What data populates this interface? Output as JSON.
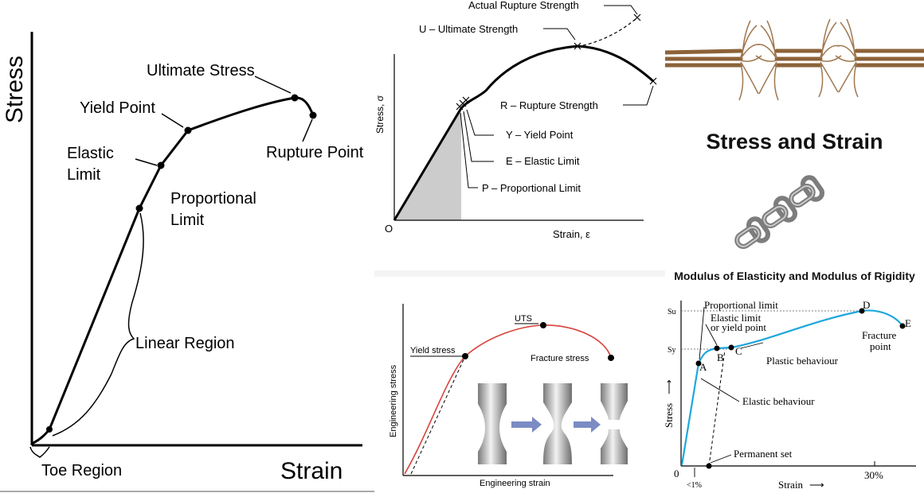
{
  "panel1": {
    "ylabel": "Stress",
    "xlabel": "Strain",
    "labels": {
      "ultimate": "Ultimate Stress",
      "yield": "Yield Point",
      "elastic_1": "Elastic",
      "elastic_2": "Limit",
      "proportional_1": "Proportional",
      "proportional_2": "Limit",
      "rupture": "Rupture Point",
      "linear": "Linear Region",
      "toe": "Toe Region"
    }
  },
  "panel2": {
    "ylabel": "Stress, σ",
    "xlabel": "Strain, ε",
    "origin": "O",
    "labels": {
      "actual": "Actual Rupture Strength",
      "ultimate": "U – Ultimate Strength",
      "rupture": "R – Rupture Strength",
      "yield": "Y – Yield Point",
      "elastic": "E – Elastic Limit",
      "proportional": "P – Proportional Limit"
    }
  },
  "panel3": {
    "ylabel": "Engineering stress",
    "xlabel": "Engineering strain",
    "labels": {
      "uts": "UTS",
      "yield": "Yield stress",
      "fracture": "Fracture stress"
    }
  },
  "right": {
    "title": "Stress and Strain",
    "subtitle": "Modulus of Elasticity and Modulus of Rigidity"
  },
  "panel4": {
    "ylabel": "Stress",
    "xlabel": "Strain",
    "origin": "0",
    "x_tick_low": "<1%",
    "x_tick_high": "30%",
    "y_su": "Su",
    "y_sy": "Sy",
    "labels": {
      "proportional": "Proportional limit",
      "elastic_1": "Elastic limit",
      "elastic_2": "or yield point",
      "plastic": "Plastic behaviour",
      "elastic_behaviour": "Elastic behaviour",
      "permanent": "Permanent set",
      "fracture_1": "Fracture",
      "fracture_2": "point",
      "A": "A",
      "B": "B",
      "C": "C",
      "D": "D",
      "E": "E"
    }
  },
  "colors": {
    "blue_curve": "#1ea7dc",
    "red_curve": "#d9413c",
    "shade": "#cccccc",
    "arrow": "#7b8bc4"
  }
}
